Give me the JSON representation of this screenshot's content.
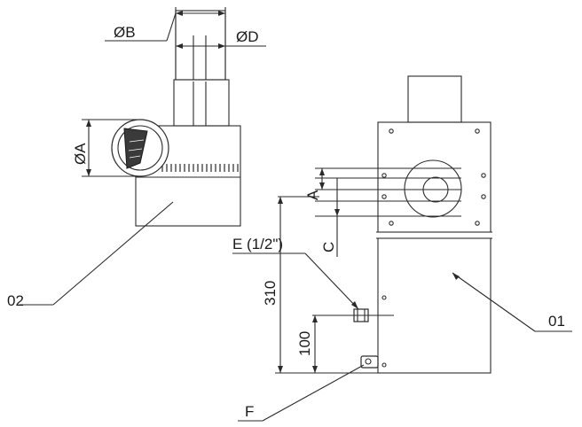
{
  "labels": {
    "dia_b": "ØB",
    "dia_d": "ØD",
    "dia_a": "ØA",
    "dim_a": "A",
    "dim_c": "C",
    "port_e": "E (1/2\")",
    "port_f": "F",
    "dim_310": "310",
    "dim_100": "100",
    "part_01": "01",
    "part_02": "02"
  },
  "colors": {
    "line": "#2a2a2a",
    "background": "#ffffff"
  }
}
